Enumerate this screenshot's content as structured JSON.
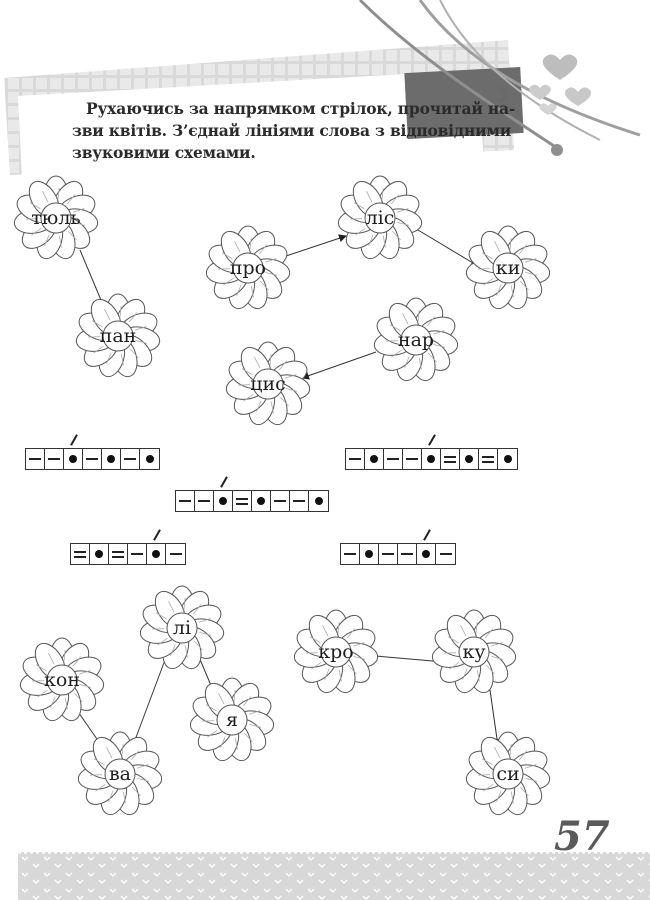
{
  "instructions": {
    "lines": [
      "Рухаючись за напрямком стрілок, прочитай на-",
      "зви квітів. З’єднай лініями слова з відповідними",
      "звуковими схемами."
    ]
  },
  "flowers": [
    {
      "id": "tyul",
      "text": "тюль"
    },
    {
      "id": "pan",
      "text": "пан"
    },
    {
      "id": "pro",
      "text": "про"
    },
    {
      "id": "lis",
      "text": "ліс"
    },
    {
      "id": "ky1",
      "text": "ки"
    },
    {
      "id": "nar",
      "text": "нар"
    },
    {
      "id": "tsys",
      "text": "цис"
    },
    {
      "id": "kon",
      "text": "кон"
    },
    {
      "id": "va",
      "text": "ва"
    },
    {
      "id": "li",
      "text": "лі"
    },
    {
      "id": "ya",
      "text": "я"
    },
    {
      "id": "kro",
      "text": "кро"
    },
    {
      "id": "ku",
      "text": "ку"
    },
    {
      "id": "sy",
      "text": "си"
    }
  ],
  "schemes": [
    {
      "id": "scheme-1",
      "cells": [
        "dash",
        "dash",
        "dot",
        "dash",
        "dot",
        "dash",
        "dot"
      ],
      "stress": 2
    },
    {
      "id": "scheme-2",
      "cells": [
        "dash",
        "dot",
        "dash",
        "dash",
        "dot",
        "eq",
        "dot",
        "eq",
        "dot"
      ],
      "stress": 4
    },
    {
      "id": "scheme-3",
      "cells": [
        "dash",
        "dash",
        "dot",
        "eq",
        "dot",
        "dash",
        "dash",
        "dot"
      ],
      "stress": 2
    },
    {
      "id": "scheme-4",
      "cells": [
        "eq",
        "dot",
        "eq",
        "dash",
        "dot",
        "dash"
      ],
      "stress": 4
    },
    {
      "id": "scheme-5",
      "cells": [
        "dash",
        "dot",
        "dash",
        "dash",
        "dot",
        "dash"
      ],
      "stress": 4
    }
  ],
  "page_number": "57",
  "colors": {
    "ink": "#1e1e1e",
    "gray": "#9a9a9a",
    "band": "#dcdcdc"
  }
}
